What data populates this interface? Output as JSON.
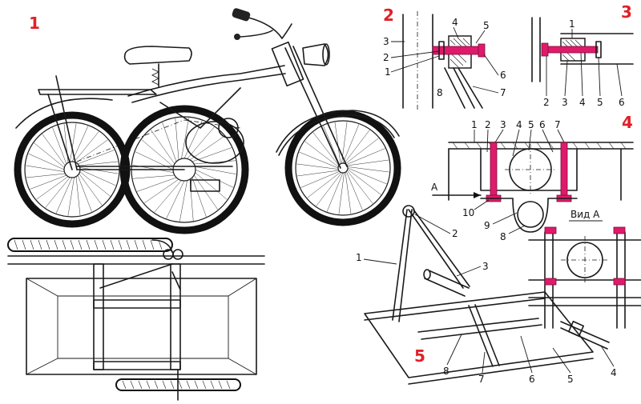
{
  "figures": {
    "fig1": "1",
    "fig2": "2",
    "fig3": "3",
    "fig4": "4",
    "fig5": "5"
  },
  "fig2_labels": [
    "4",
    "5",
    "3",
    "2",
    "1",
    "6",
    "8",
    "7"
  ],
  "fig3_labels": [
    "1",
    "2",
    "3",
    "4",
    "5",
    "6"
  ],
  "fig4_labels": [
    "1",
    "2",
    "3",
    "4",
    "5",
    "6",
    "7",
    "10",
    "9",
    "8"
  ],
  "fig4_arrow": "А",
  "fig4_view": "Вид А",
  "fig5_labels": [
    "2",
    "1",
    "3",
    "8",
    "7",
    "6",
    "5",
    "4"
  ],
  "colors": {
    "figure_number": "#e0202a",
    "bolt_highlight": "#e01a6b",
    "ink": "#1a1a1a"
  }
}
